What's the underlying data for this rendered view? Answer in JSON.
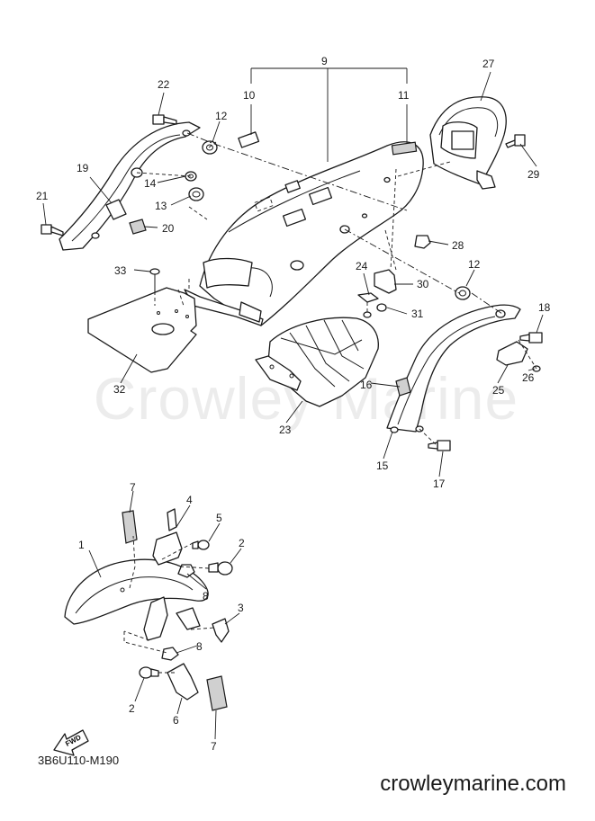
{
  "watermark": "Crowley Marine",
  "figure_code": "3B6U110-M190",
  "website": "crowleymarine.com",
  "fwd_label": "FWD",
  "callouts": {
    "c9": "9",
    "c10": "10",
    "c11": "11",
    "c27": "27",
    "c22": "22",
    "c12a": "12",
    "c19": "19",
    "c14": "14",
    "c13": "13",
    "c21": "21",
    "c20": "20",
    "c29": "29",
    "c28": "28",
    "c33": "33",
    "c24": "24",
    "c30": "30",
    "c12b": "12",
    "c31": "31",
    "c18": "18",
    "c32": "32",
    "c23": "23",
    "c25": "25",
    "c26": "26",
    "c16": "16",
    "c15": "15",
    "c17": "17",
    "c7a": "7",
    "c4": "4",
    "c5": "5",
    "c2a": "2",
    "c1": "1",
    "c8a": "8",
    "c3": "3",
    "c8b": "8",
    "c2b": "2",
    "c6": "6",
    "c7b": "7"
  }
}
